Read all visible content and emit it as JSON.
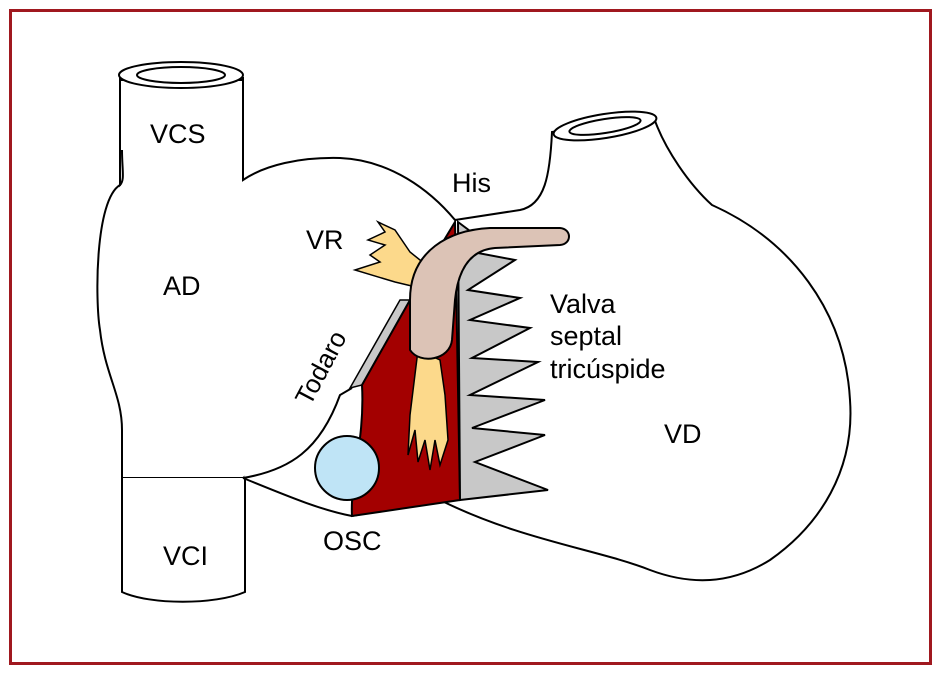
{
  "diagram": {
    "labels": {
      "vcs": "VCS",
      "ad": "AD",
      "vci": "VCI",
      "vr": "VR",
      "his": "His",
      "todaro": "Todaro",
      "osc": "OSC",
      "valva_line1": "Valva",
      "valva_line2": "septal",
      "valva_line3": "tricúspide",
      "vd": "VD"
    },
    "colors": {
      "frame": "#a0181f",
      "outline": "#000000",
      "triangle_of_koch": "#a30000",
      "tricuspid_valve": "#c8c8c8",
      "his_bundle": "#dcc3b6",
      "av_node_branches": "#fcd98b",
      "coronary_sinus_ostium": "#bfe4f6"
    }
  }
}
